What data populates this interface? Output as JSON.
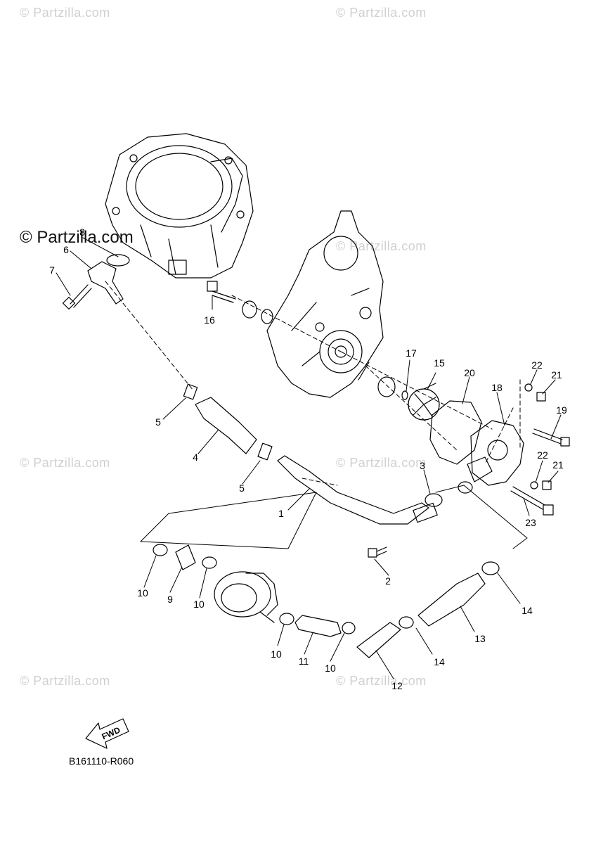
{
  "watermark": {
    "text": "© Partzilla.com"
  },
  "diagram_code": "B161110-R060",
  "fwd_label": "FWD",
  "callouts": {
    "c1": "1",
    "c2": "2",
    "c3": "3",
    "c4": "4",
    "c5a": "5",
    "c5b": "5",
    "c6": "6",
    "c7": "7",
    "c8": "8",
    "c9": "9",
    "c10a": "10",
    "c10b": "10",
    "c10c": "10",
    "c10d": "10",
    "c11": "11",
    "c12": "12",
    "c13": "13",
    "c14a": "14",
    "c14b": "14",
    "c15": "15",
    "c16": "16",
    "c17": "17",
    "c18": "18",
    "c19": "19",
    "c20": "20",
    "c21a": "21",
    "c21b": "21",
    "c22a": "22",
    "c22b": "22",
    "c23": "23"
  }
}
